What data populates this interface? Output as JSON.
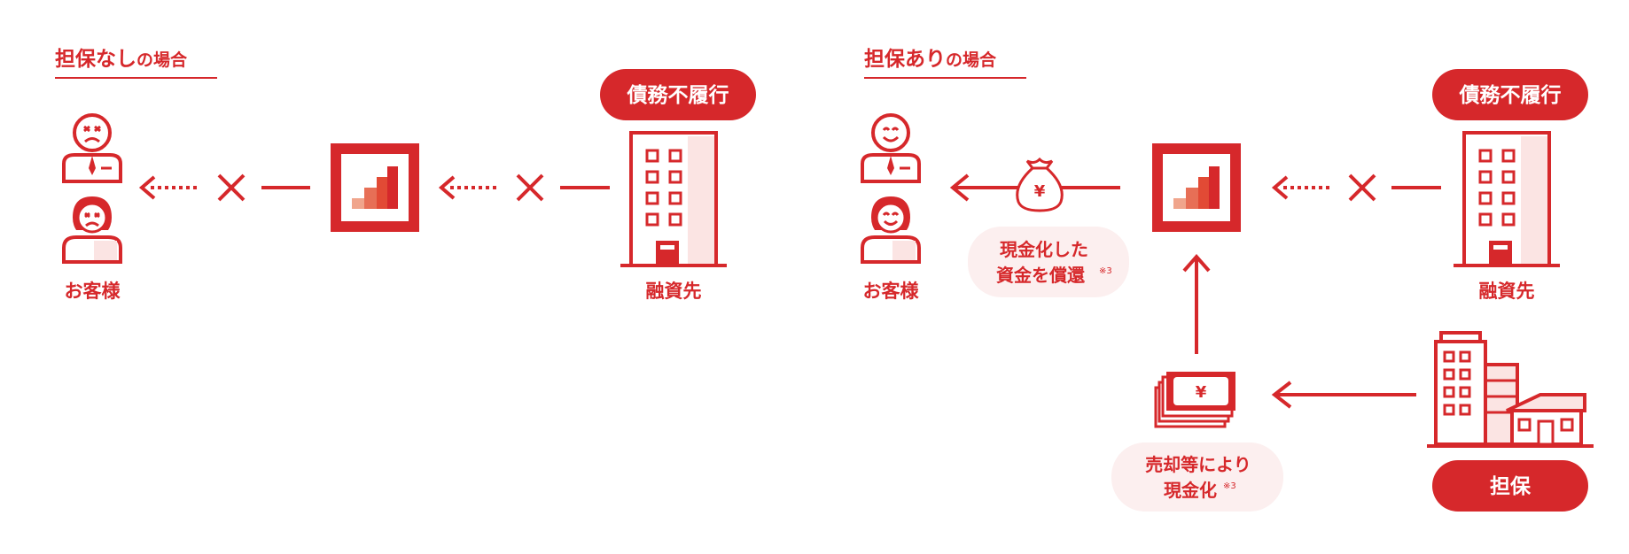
{
  "left": {
    "title_main": "担保なし",
    "title_sub": "の場合",
    "customers_label": "お客様",
    "borrower_label": "融資先",
    "default_badge": "債務不履行"
  },
  "right": {
    "title_main": "担保あり",
    "title_sub": "の場合",
    "customers_label": "お客様",
    "borrower_label": "融資先",
    "default_badge": "債務不履行",
    "repay_note_line1": "現金化した",
    "repay_note_line2": "資金を償還",
    "repay_note_mark": "※3",
    "sale_note_line1": "売却等により",
    "sale_note_line2": "現金化",
    "sale_note_mark": "※3",
    "collateral_badge": "担保"
  },
  "icons": {
    "fund": "fund-chart-icon",
    "borrower": "office-building-icon",
    "customer": "person-icon",
    "money_bag": "yen-money-bag-icon",
    "cash": "yen-banknotes-icon",
    "collateral": "real-estate-icon",
    "cross": "cross-icon"
  },
  "colors": {
    "accent": "#d6282b",
    "light_fill": "#fbe4e3",
    "note_bg": "#fcefef",
    "bar_light": "#f0a58c",
    "bar_mid": "#e76f56",
    "bar_dark": "#d6282b"
  },
  "yen_symbol": "¥"
}
